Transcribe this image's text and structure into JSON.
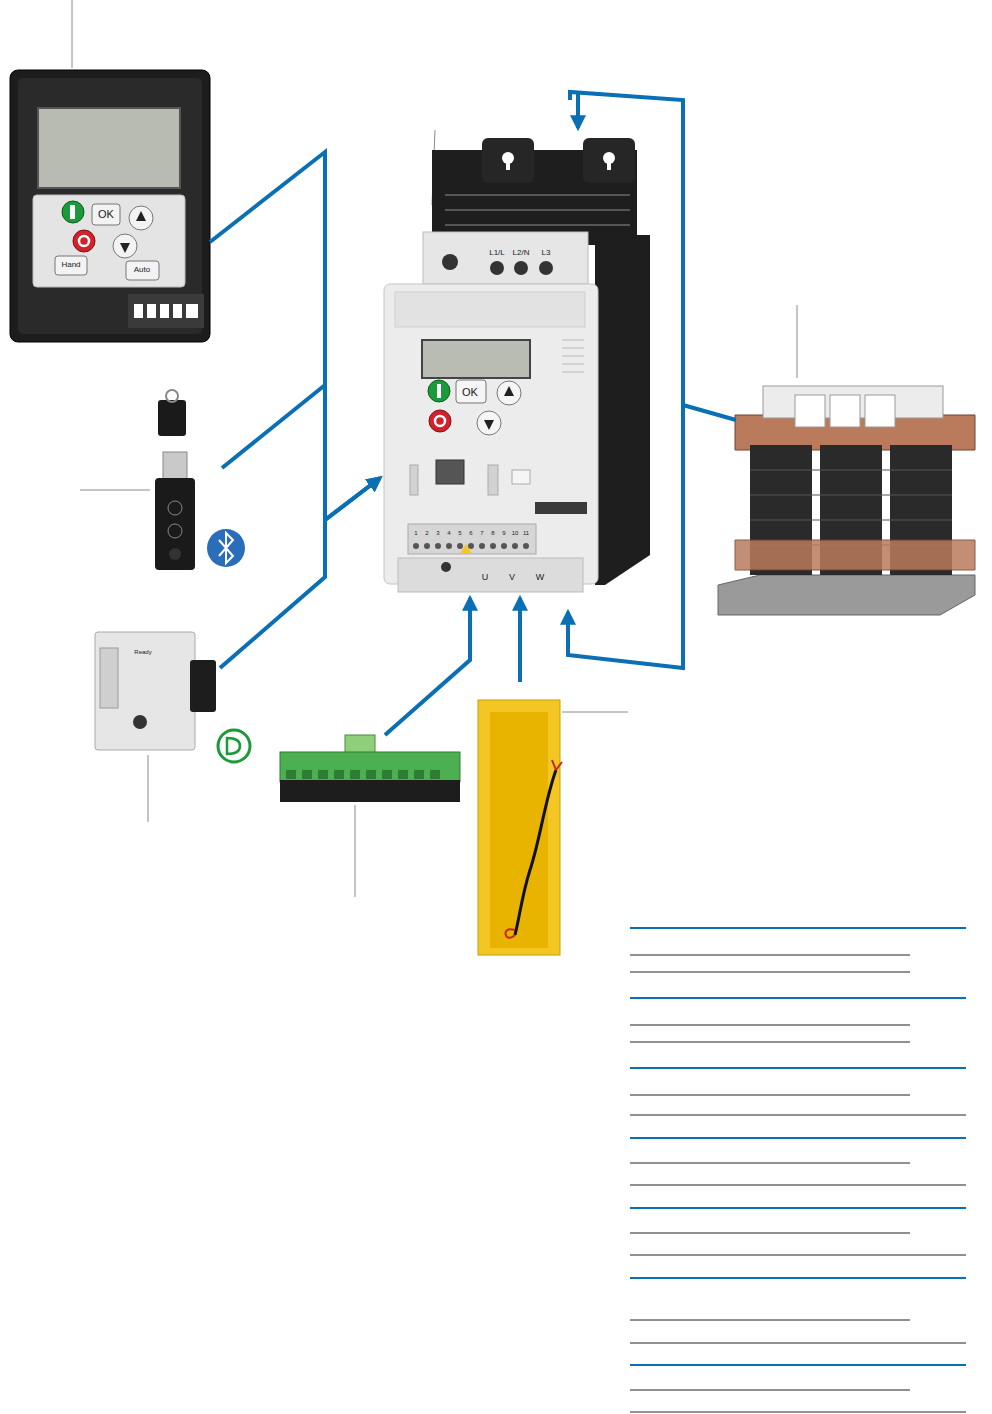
{
  "diagram": {
    "nodes": [
      {
        "text": [
          "OK",
          "Hand",
          "Auto"
        ]
      },
      {
        "text": [
          "L1/L",
          "L2/N",
          "L3",
          "OK",
          "1",
          "2",
          "3",
          "4",
          "5",
          "6",
          "7",
          "8",
          "9",
          "10",
          "11",
          "U",
          "V",
          "W"
        ]
      },
      {
        "text": [
          "Ready"
        ]
      }
    ],
    "edges": [
      {
        "from": 0,
        "to": 1,
        "arrow": "to"
      },
      {
        "from": 2,
        "to": 1,
        "arrow": "to"
      }
    ]
  }
}
